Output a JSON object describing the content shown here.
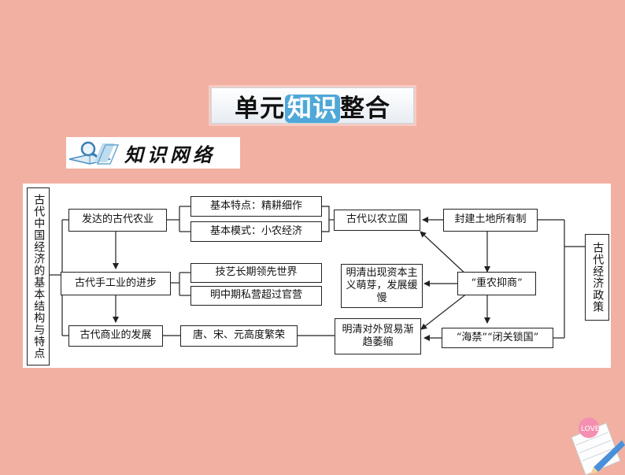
{
  "banner": {
    "title_before": "单元",
    "title_highlight": "知识",
    "title_after": "整合"
  },
  "subbanner": {
    "title": "知识网络"
  },
  "diagram": {
    "nodes": {
      "left_title": "古代中国经济的基本结构与特点",
      "agriculture": "发达的古代农业",
      "handicraft": "古代手工业的进步",
      "commerce": "古代商业的发展",
      "basic_feature": "基本特点：精耕细作",
      "basic_mode": "基本模式：小农经济",
      "tech_lead": "技艺长期领先世界",
      "private_over": "明中期私营超过官营",
      "tang_song_yuan": "唐、宋、元高度繁荣",
      "agri_state": "古代以农立国",
      "capitalism": "明清出现资本主义萌芽，发展缓慢",
      "foreign_trade": "明清对外贸易渐趋萎缩",
      "feudal_land": "封建土地所有制",
      "agri_over_commerce": "“重农抑商”",
      "sea_ban": "“海禁”“闭关锁国”",
      "right_title": "古代经济政策"
    }
  },
  "decoration": {
    "sticker_text": "LOVE"
  }
}
